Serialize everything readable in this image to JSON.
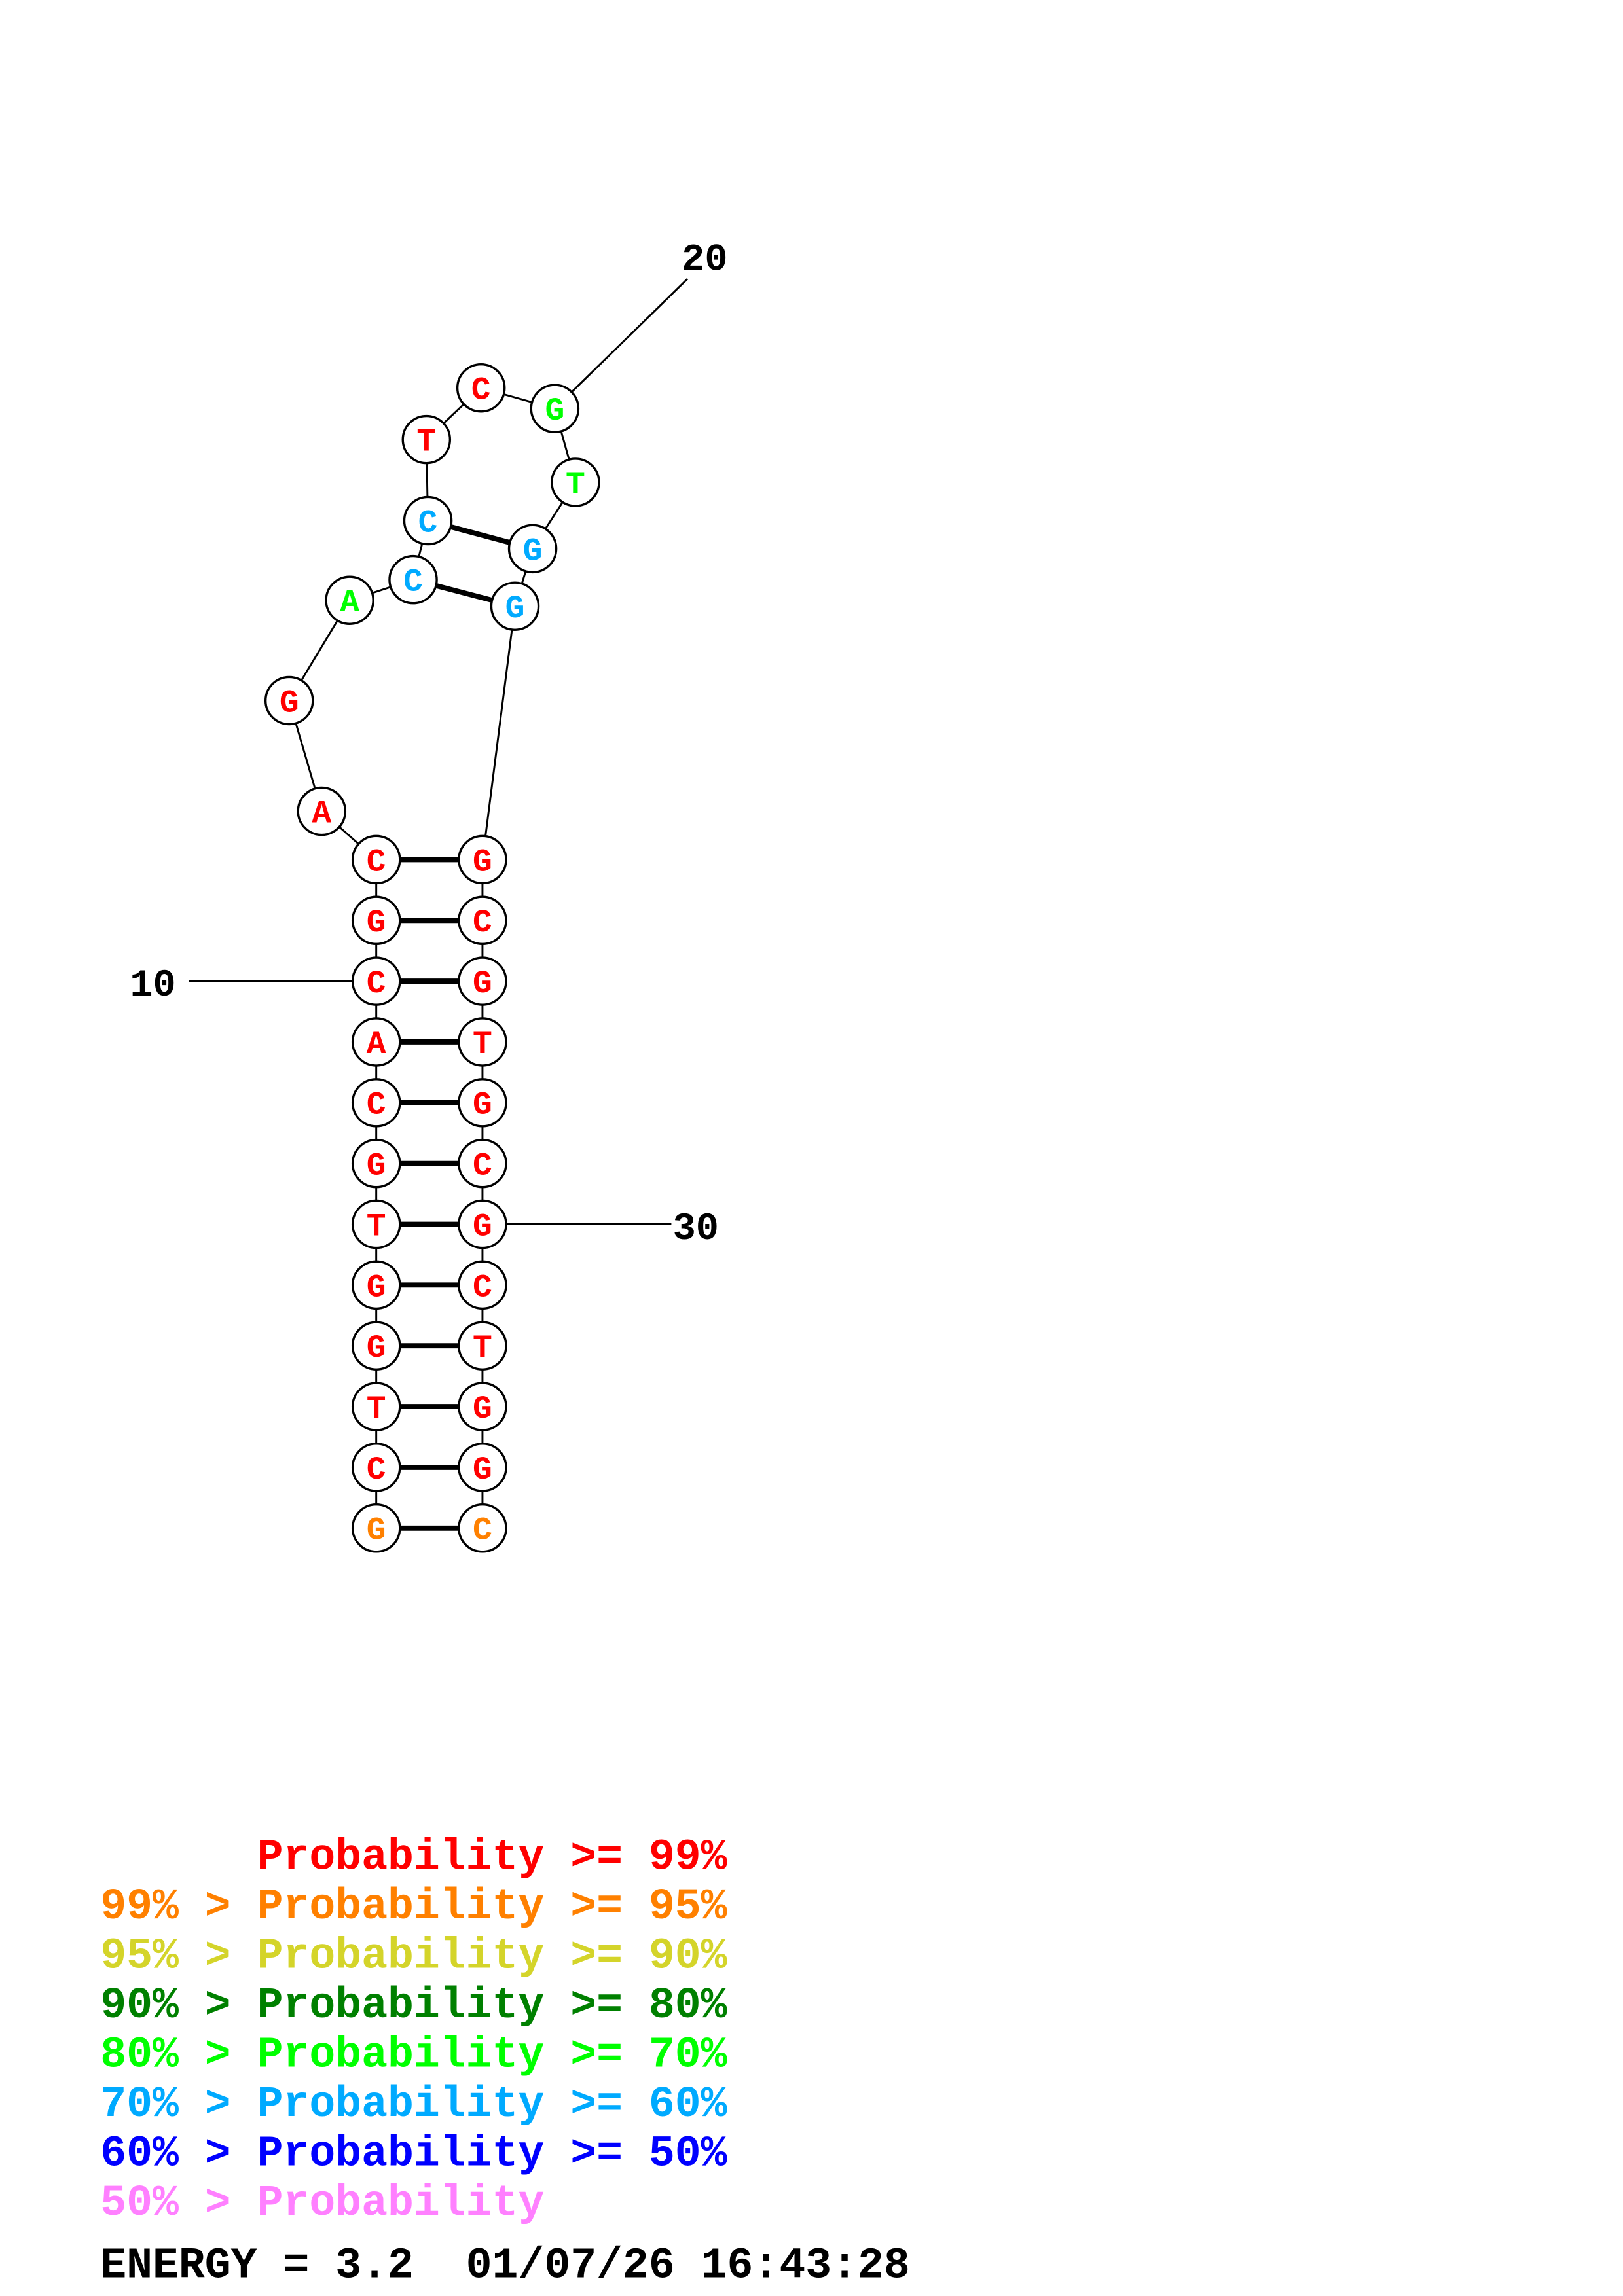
{
  "structure": {
    "sequence": [
      "G",
      "C",
      "T",
      "G",
      "G",
      "T",
      "G",
      "C",
      "A",
      "C",
      "G",
      "C",
      "A",
      "G",
      "A",
      "C",
      "C",
      "T",
      "C",
      "G",
      "T",
      "G",
      "G",
      "G",
      "C",
      "G",
      "T",
      "G",
      "C",
      "G",
      "C",
      "T",
      "G",
      "G",
      "C"
    ],
    "base_prob_class": [
      "95",
      "99",
      "99",
      "99",
      "99",
      "99",
      "99",
      "99",
      "99",
      "99",
      "99",
      "99",
      "99",
      "99",
      "70",
      "60",
      "60",
      "99",
      "99",
      "70",
      "70",
      "60",
      "60",
      "99",
      "99",
      "99",
      "99",
      "99",
      "99",
      "99",
      "99",
      "99",
      "99",
      "99",
      "95"
    ],
    "pairs": [
      [
        1,
        35
      ],
      [
        2,
        34
      ],
      [
        3,
        33
      ],
      [
        4,
        32
      ],
      [
        5,
        31
      ],
      [
        6,
        30
      ],
      [
        7,
        29
      ],
      [
        8,
        28
      ],
      [
        9,
        27
      ],
      [
        10,
        26
      ],
      [
        11,
        25
      ],
      [
        12,
        24
      ],
      [
        16,
        23
      ],
      [
        17,
        22
      ]
    ],
    "position_labels": [
      {
        "index": 10,
        "text": "10"
      },
      {
        "index": 20,
        "text": "20"
      },
      {
        "index": 30,
        "text": "30"
      }
    ]
  },
  "colors": {
    "99": "#ff0000",
    "95": "#ff8000",
    "90": "#d4d42a",
    "80": "#008000",
    "70": "#00ff00",
    "60": "#00aaff",
    "50": "#0000ff",
    "lt50": "#ff80ff"
  },
  "legend": [
    {
      "text": "      Probability >= 99%",
      "cls": "99"
    },
    {
      "text": "99% > Probability >= 95%",
      "cls": "95"
    },
    {
      "text": "95% > Probability >= 90%",
      "cls": "90"
    },
    {
      "text": "90% > Probability >= 80%",
      "cls": "80"
    },
    {
      "text": "80% > Probability >= 70%",
      "cls": "70"
    },
    {
      "text": "70% > Probability >= 60%",
      "cls": "60"
    },
    {
      "text": "60% > Probability >= 50%",
      "cls": "50"
    },
    {
      "text": "50% > Probability",
      "cls": "lt50"
    }
  ],
  "footer": {
    "energy_text": "ENERGY = 3.2  01/07/26 16:43:28"
  }
}
